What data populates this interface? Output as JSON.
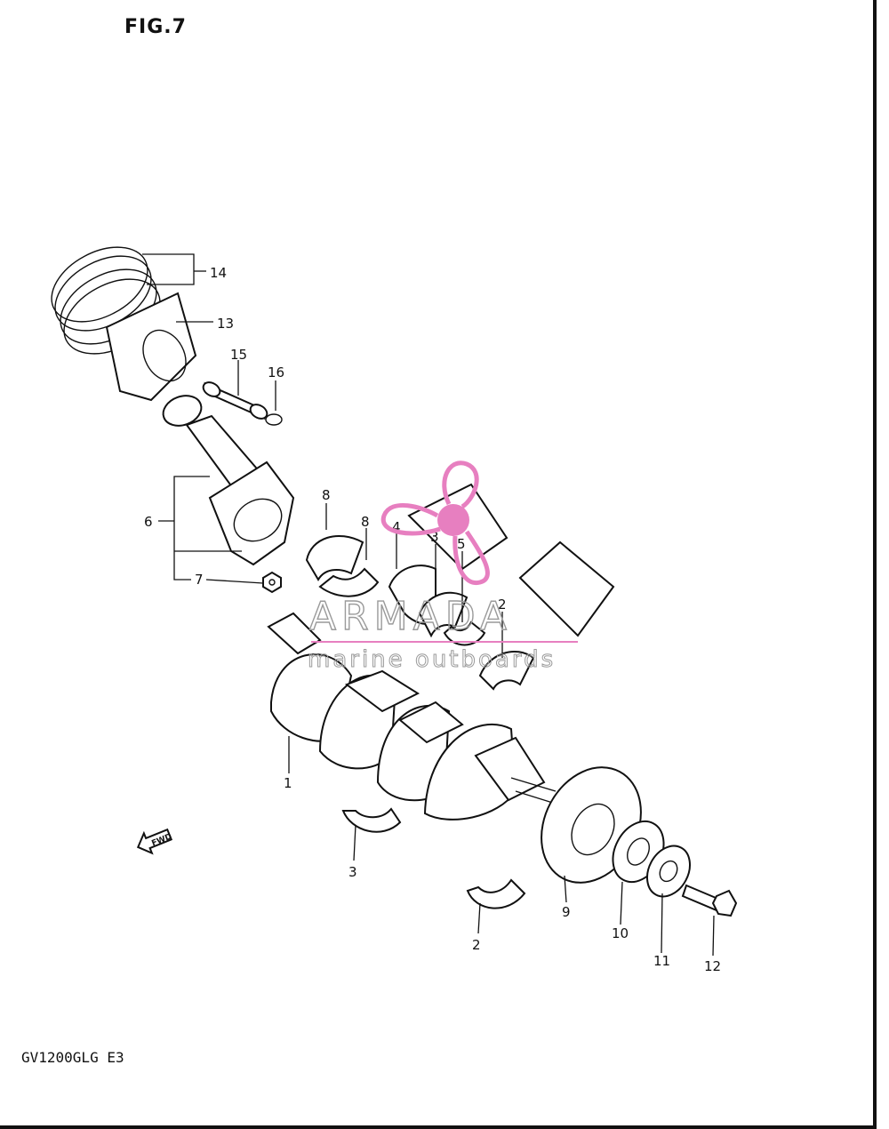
{
  "title": "FIG.7",
  "model_code": "GV1200GLG E3",
  "direction_badge": "FWD",
  "watermark": {
    "brand": "ARMADA",
    "tagline": "marine outboards",
    "logo_color": "#e77fc0",
    "text_color": "#9a9a9a"
  },
  "callouts": [
    {
      "id": "c14",
      "label": "14"
    },
    {
      "id": "c13",
      "label": "13"
    },
    {
      "id": "c15",
      "label": "15"
    },
    {
      "id": "c16",
      "label": "16"
    },
    {
      "id": "c6",
      "label": "6"
    },
    {
      "id": "c7",
      "label": "7"
    },
    {
      "id": "c8a",
      "label": "8"
    },
    {
      "id": "c8b",
      "label": "8"
    },
    {
      "id": "c4",
      "label": "4"
    },
    {
      "id": "c3a",
      "label": "3"
    },
    {
      "id": "c5",
      "label": "5"
    },
    {
      "id": "c2a",
      "label": "2"
    },
    {
      "id": "c1",
      "label": "1"
    },
    {
      "id": "c3b",
      "label": "3"
    },
    {
      "id": "c2b",
      "label": "2"
    },
    {
      "id": "c9",
      "label": "9"
    },
    {
      "id": "c10",
      "label": "10"
    },
    {
      "id": "c11",
      "label": "11"
    },
    {
      "id": "c12",
      "label": "12"
    }
  ]
}
